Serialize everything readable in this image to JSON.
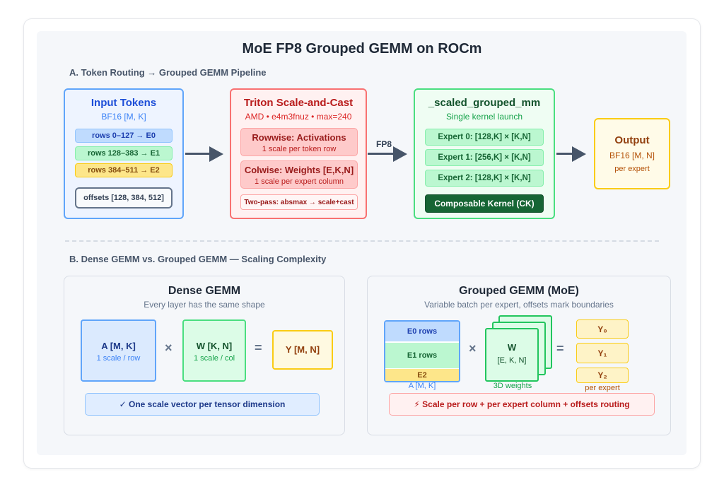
{
  "title": "MoE FP8 Grouped GEMM on ROCm",
  "section_a": "A. Token Routing → Grouped GEMM Pipeline",
  "section_b": "B. Dense GEMM vs. Grouped GEMM — Scaling Complexity",
  "input": {
    "title": "Input Tokens",
    "subtitle": "BF16 [M, K]",
    "rows": [
      "rows 0–127 → E0",
      "rows 128–383 → E1",
      "rows 384–511 → E2"
    ],
    "offsets": "offsets [128, 384, 512]"
  },
  "triton": {
    "title": "Triton Scale-and-Cast",
    "subtitle": "AMD • e4m3fnuz • max=240",
    "rowwise_title": "Rowwise: Activations",
    "rowwise_sub": "1 scale per token row",
    "colwise_title": "Colwise: Weights [E,K,N]",
    "colwise_sub": "1 scale per expert column",
    "twopass": "Two-pass: absmax → scale+cast"
  },
  "fp8_label": "FP8",
  "grouped": {
    "title": "_scaled_grouped_mm",
    "subtitle": "Single kernel launch",
    "experts": [
      "Expert 0: [128,K] × [K,N]",
      "Expert 1: [256,K] × [K,N]",
      "Expert 2: [128,K] × [K,N]"
    ],
    "kernel": "Composable Kernel (CK)"
  },
  "output": {
    "title": "Output",
    "subtitle": "BF16 [M, N]",
    "note": "per expert"
  },
  "dense": {
    "title": "Dense GEMM",
    "subtitle": "Every layer has the same shape",
    "a_label": "A [M, K]",
    "a_sub": "1 scale / row",
    "w_label": "W [K, N]",
    "w_sub": "1 scale / col",
    "y_label": "Y [M, N]",
    "times": "×",
    "equals": "=",
    "note": "✓ One scale vector per tensor dimension"
  },
  "grouped_moe": {
    "title": "Grouped GEMM (MoE)",
    "subtitle": "Variable batch per expert, offsets mark boundaries",
    "e0": "E0 rows",
    "e1": "E1 rows",
    "e2": "E2",
    "a_caption": "A [M, K]",
    "w_label": "W",
    "w_shape": "[E, K, N]",
    "w_caption": "3D weights",
    "y0": "Y₀",
    "y1": "Y₁",
    "y2": "Y₂",
    "y_caption": "per expert",
    "times": "×",
    "equals": "=",
    "note": "⚡ Scale per row + per expert column + offsets routing"
  },
  "colors": {
    "blue": "#3b82f6",
    "red": "#ef4444",
    "green": "#22c55e",
    "yellow": "#eab308"
  }
}
